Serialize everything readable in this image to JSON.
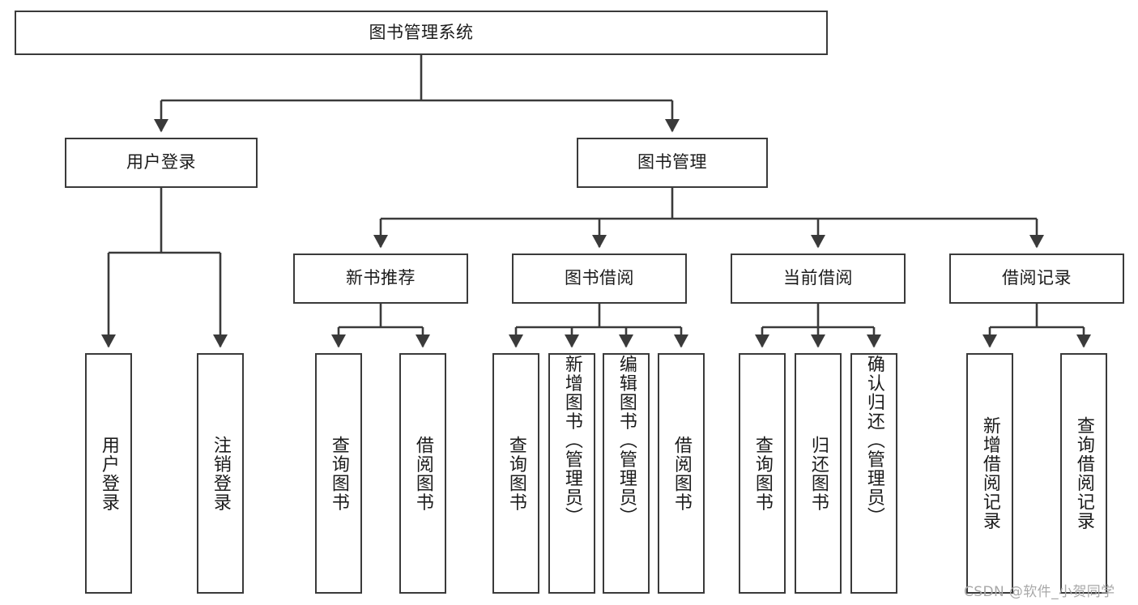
{
  "diagram": {
    "type": "hierarchy-tree",
    "title": "图书管理系统",
    "nodes": {
      "root": {
        "label": "图书管理系统"
      },
      "level2": [
        {
          "label": "用户登录"
        },
        {
          "label": "图书管理"
        }
      ],
      "level3": [
        {
          "label": "新书推荐"
        },
        {
          "label": "图书借阅"
        },
        {
          "label": "当前借阅"
        },
        {
          "label": "借阅记录"
        }
      ],
      "leaves_user_login": [
        {
          "label": "用户登录"
        },
        {
          "label": "注销登录"
        }
      ],
      "leaves_new_book": [
        {
          "label": "查询图书"
        },
        {
          "label": "借阅图书"
        }
      ],
      "leaves_borrow": [
        {
          "label": "查询图书"
        },
        {
          "label": "新增图书（管理员）"
        },
        {
          "label": "编辑图书（管理员）"
        },
        {
          "label": "借阅图书"
        }
      ],
      "leaves_current": [
        {
          "label": "查询图书"
        },
        {
          "label": "归还图书"
        },
        {
          "label": "确认归还（管理员）"
        }
      ],
      "leaves_records": [
        {
          "label": "新增借阅记录"
        },
        {
          "label": "查询借阅记录"
        }
      ]
    }
  },
  "watermark": {
    "text": "CSDN @软件_小贺同学"
  },
  "colors": {
    "box_border": "#3a3a3a",
    "connector": "#3a3a3a",
    "text": "#1b1b1b",
    "watermark": "#a8a8a8",
    "background": "#ffffff"
  }
}
